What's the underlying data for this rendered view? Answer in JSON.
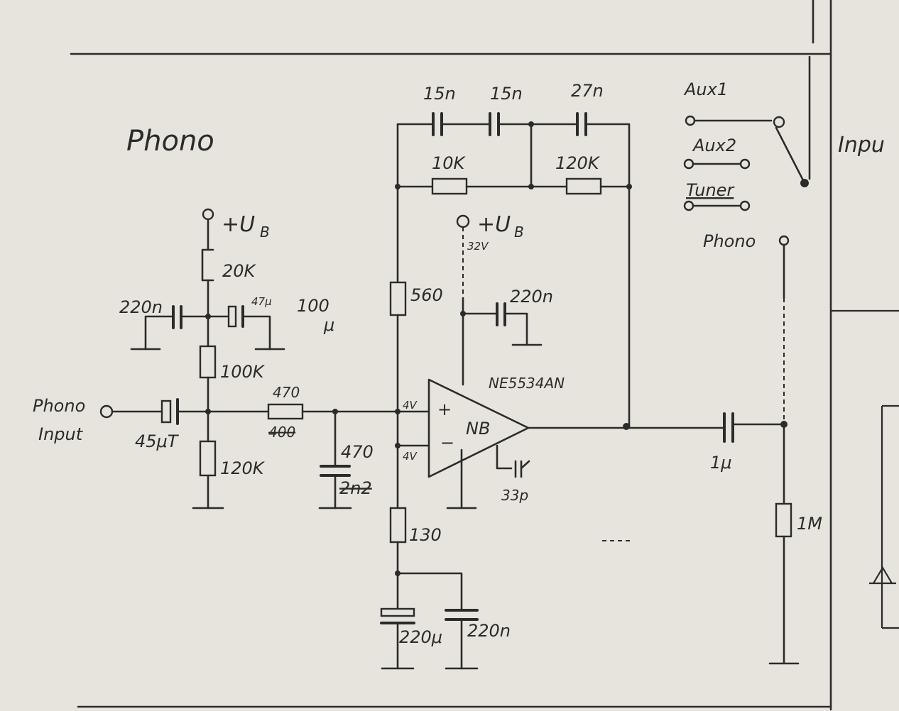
{
  "title": "Phono",
  "labels": {
    "supply_left": "+U",
    "supply_left_sub": "B",
    "supply_op": "+U",
    "supply_op_sub": "B",
    "supply_op_volt": "32V",
    "r_20k": "20K",
    "c_220n_left": "220n",
    "c_47u": "47μ",
    "c_100u": "100",
    "c_100u_unit": "μ",
    "r_100k": "100K",
    "r_120k_bottom": "120K",
    "input_line1": "Phono",
    "input_line2": "Input",
    "c_45u": "45μT",
    "r_470": "470",
    "r_470_struck": "400",
    "c_470": "470",
    "c_470_struck": "2n2",
    "r_560": "560",
    "r_130": "130",
    "c_220u": "220μ",
    "c_220n_bottom": "220n",
    "c_220n_op": "220n",
    "op_part": "NE5534AN",
    "op_name": "NB",
    "op_plus": "+",
    "op_minus": "−",
    "op_v_plus": "4V",
    "op_v_minus": "4V",
    "c_comp": "33p",
    "fb_c1": "15n",
    "fb_c2": "15n",
    "fb_c3": "27n",
    "fb_r1": "10K",
    "fb_r2": "120K",
    "c_out": "1μ",
    "r_out": "1M",
    "sel_aux1": "Aux1",
    "sel_aux2": "Aux2",
    "sel_tuner": "Tuner",
    "sel_phono": "Phono",
    "right_title": "Inpu"
  }
}
